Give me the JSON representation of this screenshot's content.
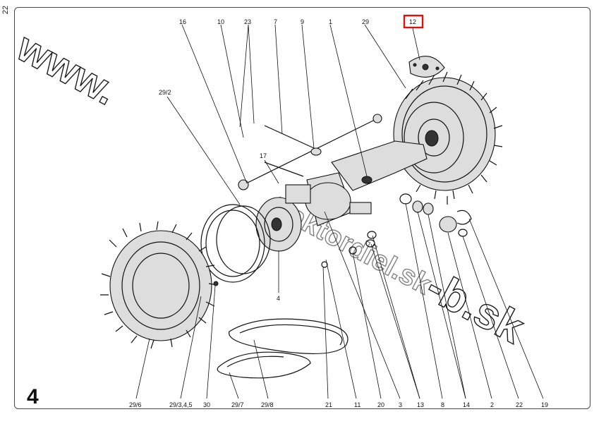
{
  "page": {
    "number": "22",
    "figure_number": "4"
  },
  "watermark": {
    "text_top": "www.",
    "text_bottom": "-b.sk",
    "text_middle": "traktordiel.sk"
  },
  "highlight": {
    "label": "12",
    "color": "#e01010"
  },
  "callouts": {
    "top": [
      "16",
      "10",
      "23",
      "7",
      "9",
      "1",
      "29"
    ],
    "middle": [
      "29/2",
      "17",
      "4"
    ],
    "bottom": [
      "29/6",
      "29/3,4,5",
      "30",
      "29/7",
      "29/8",
      "21",
      "11",
      "20",
      "3",
      "13",
      "8",
      "14",
      "2",
      "22",
      "19"
    ]
  }
}
